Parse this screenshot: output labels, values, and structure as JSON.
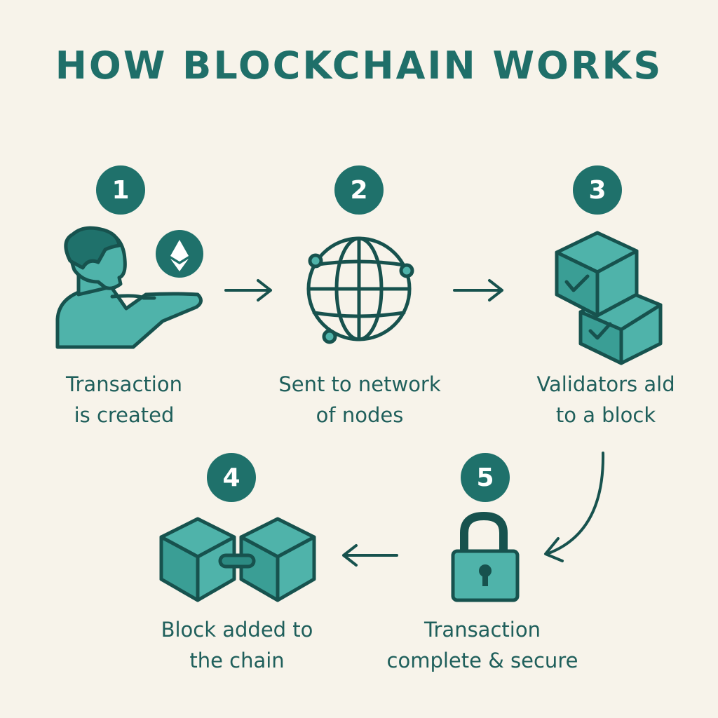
{
  "title": "HOW BLOCKCHAIN WORKS",
  "colors": {
    "background": "#f7f3ea",
    "primary": "#1f716b",
    "fill": "#4fb3aa",
    "stroke": "#17524e"
  },
  "steps": [
    {
      "number": "1",
      "line1": "Transaction",
      "line2": "is created",
      "icon": "person-with-ethereum-icon"
    },
    {
      "number": "2",
      "line1": "Sent to network",
      "line2": "of nodes",
      "icon": "globe-network-icon"
    },
    {
      "number": "3",
      "line1": "Validators ald",
      "line2": "to a block",
      "icon": "validated-blocks-icon"
    },
    {
      "number": "4",
      "line1": "Block added to",
      "line2": "the chain",
      "icon": "chained-blocks-icon"
    },
    {
      "number": "5",
      "line1": "Transaction",
      "line2": "complete & secure",
      "icon": "padlock-icon"
    }
  ]
}
